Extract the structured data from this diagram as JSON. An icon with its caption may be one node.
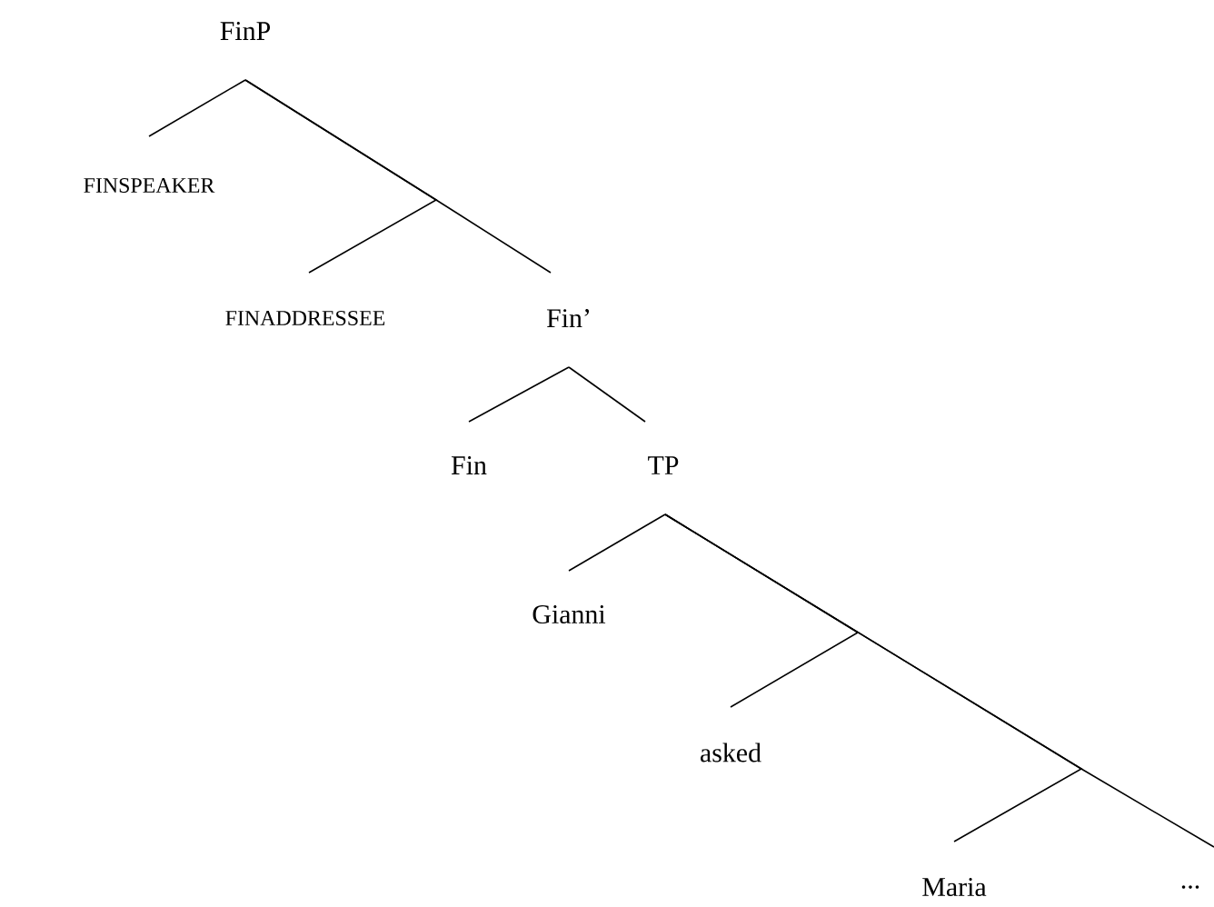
{
  "diagram": {
    "nodes": [
      {
        "text": [
          "FinP"
        ]
      },
      {
        "text": [
          "FINSPEAKER"
        ]
      },
      {
        "text": [
          "FINADDRESSEE"
        ]
      },
      {
        "text": [
          "Fin’"
        ]
      },
      {
        "text": [
          "Fin"
        ]
      },
      {
        "text": [
          "TP"
        ]
      },
      {
        "text": [
          "Gianni"
        ]
      },
      {
        "text": [
          "asked"
        ]
      },
      {
        "text": [
          "Maria"
        ]
      },
      {
        "text": [
          "..."
        ]
      }
    ],
    "edges": [
      {
        "from": 0,
        "to": 1,
        "arrow": "none"
      },
      {
        "from": 0,
        "to": 2,
        "arrow": "none"
      },
      {
        "from": 0,
        "to": 3,
        "arrow": "none"
      },
      {
        "from": 3,
        "to": 4,
        "arrow": "none"
      },
      {
        "from": 3,
        "to": 5,
        "arrow": "none"
      },
      {
        "from": 5,
        "to": 6,
        "arrow": "none"
      },
      {
        "from": 5,
        "to": 7,
        "arrow": "none"
      },
      {
        "from": 5,
        "to": 8,
        "arrow": "none"
      },
      {
        "from": 5,
        "to": 9,
        "arrow": "none"
      }
    ]
  }
}
